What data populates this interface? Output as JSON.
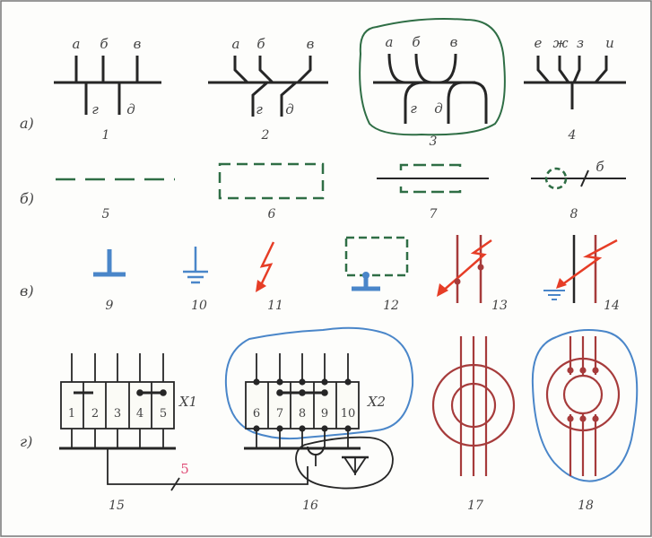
{
  "colors": {
    "ink": "#262626",
    "green": "#2f6e45",
    "blue": "#4a86c9",
    "red": "#e63d26",
    "maroon": "#a63b3b",
    "pink": "#e0507a",
    "number": "#555555"
  },
  "rows": [
    "а)",
    "б)",
    "в)",
    "г)"
  ],
  "numbers": [
    "1",
    "2",
    "3",
    "4",
    "5",
    "6",
    "7",
    "8",
    "9",
    "10",
    "11",
    "12",
    "13",
    "14",
    "15",
    "16",
    "17",
    "18"
  ],
  "labels": {
    "f1_top": [
      "а",
      "б",
      "в"
    ],
    "f1_bottom": [
      "г",
      "д"
    ],
    "f2_top": [
      "а",
      "б",
      "в"
    ],
    "f2_bottom": [
      "г",
      "д"
    ],
    "f3_top": [
      "а",
      "б",
      "в"
    ],
    "f3_bottom": [
      "г",
      "д"
    ],
    "f4_top": [
      "е",
      "ж",
      "з",
      "и"
    ],
    "f8": "б",
    "cable": "5"
  },
  "terminals": {
    "x1": {
      "name": "X1",
      "items": [
        "1",
        "2",
        "3",
        "4",
        "5"
      ]
    },
    "x2": {
      "name": "X2",
      "items": [
        "6",
        "7",
        "8",
        "9",
        "10"
      ]
    }
  }
}
